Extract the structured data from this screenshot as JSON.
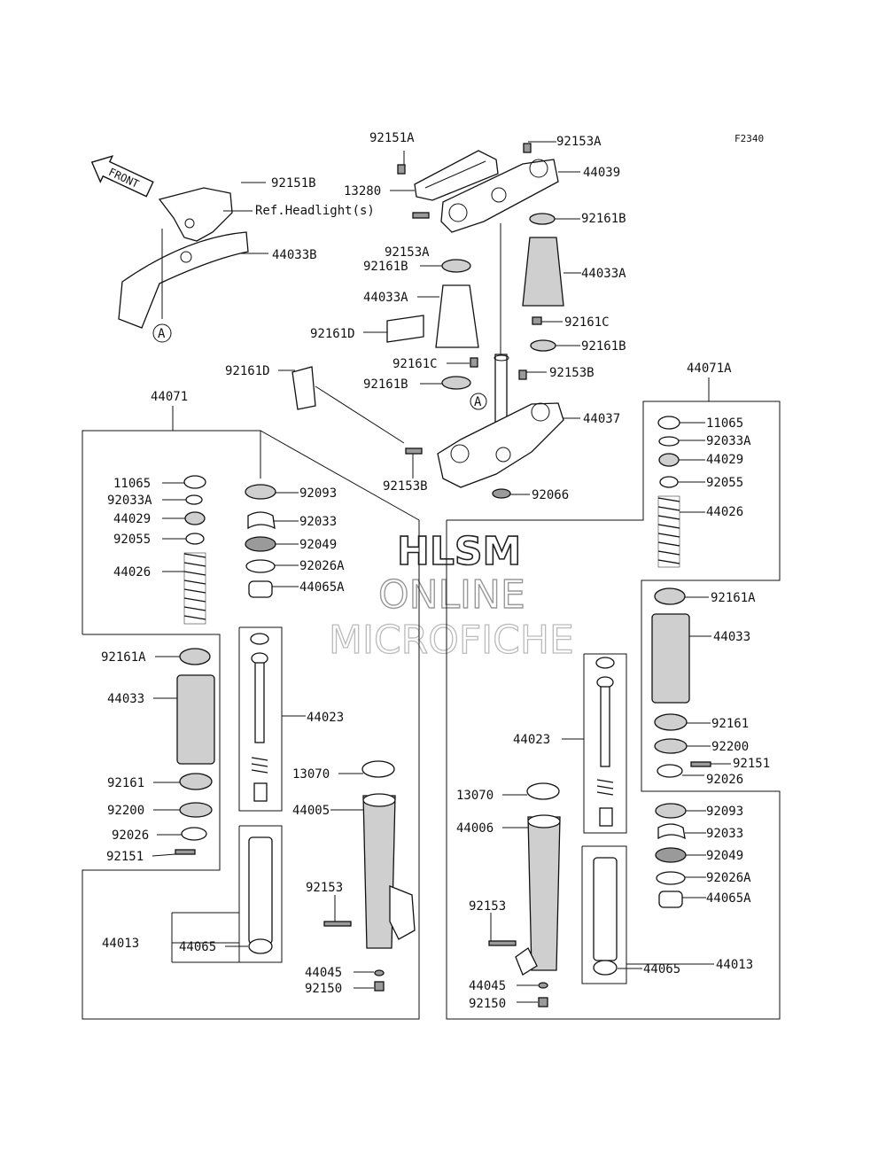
{
  "figure_code": "F2340",
  "front_label": "FRONT",
  "ref_headlight": "Ref.Headlight(s)",
  "marker_a": "A",
  "watermark": {
    "line1": "HLSM",
    "line2": "ONLINE",
    "line3": "MICROFICHE"
  },
  "labels": {
    "l92151A": "92151A",
    "l92153A_top": "92153A",
    "l44039": "44039",
    "l13280": "13280",
    "l92161B_1": "92161B",
    "l92153A_2": "92153A",
    "l92161B_2": "92161B",
    "l44033A_1": "44033A",
    "l44033A_2": "44033A",
    "l92161C_1": "92161C",
    "l92161D_1": "92161D",
    "l92161B_3": "92161B",
    "l92161C_2": "92161C",
    "l92161D_2": "92161D",
    "l92153B_1": "92153B",
    "l92161B_4": "92161B",
    "l44037": "44037",
    "l92153B_2": "92153B",
    "l92066": "92066",
    "l92151B": "92151B",
    "l44033B": "44033B",
    "l44071": "44071",
    "l44071A": "44071A",
    "L11065": "11065",
    "L92033A": "92033A",
    "L44029": "44029",
    "L92055": "92055",
    "L44026": "44026",
    "L92161A": "92161A",
    "L44033": "44033",
    "L92161": "92161",
    "L92200": "92200",
    "L92026": "92026",
    "L92151": "92151",
    "L92093": "92093",
    "L92033": "92033",
    "L92049": "92049",
    "L92026A": "92026A",
    "L44065A": "44065A",
    "L44023": "44023",
    "L13070": "13070",
    "L44005": "44005",
    "L92153": "92153",
    "L44013": "44013",
    "L44065": "44065",
    "L44045": "44045",
    "L92150": "92150",
    "R11065": "11065",
    "R92033A": "92033A",
    "R44029": "44029",
    "R92055": "92055",
    "R44026": "44026",
    "R92161A": "92161A",
    "R44033": "44033",
    "R92161": "92161",
    "R92200": "92200",
    "R92151": "92151",
    "R92026": "92026",
    "R44023": "44023",
    "R13070": "13070",
    "R44006": "44006",
    "R92093": "92093",
    "R92033": "92033",
    "R92049": "92049",
    "R92026A": "92026A",
    "R44065A": "44065A",
    "R92153": "92153",
    "R44013": "44013",
    "R44065": "44065",
    "R44045": "44045",
    "R92150": "92150"
  }
}
